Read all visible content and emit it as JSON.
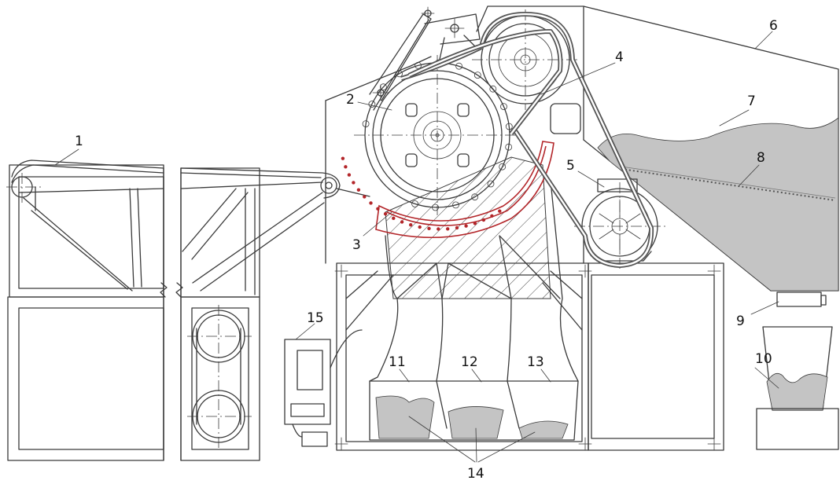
{
  "labels": [
    {
      "id": "1",
      "text": "1"
    },
    {
      "id": "2",
      "text": "2"
    },
    {
      "id": "3",
      "text": "3"
    },
    {
      "id": "4",
      "text": "4"
    },
    {
      "id": "5",
      "text": "5"
    },
    {
      "id": "6",
      "text": "6"
    },
    {
      "id": "7",
      "text": "7"
    },
    {
      "id": "8",
      "text": "8"
    },
    {
      "id": "9",
      "text": "9"
    },
    {
      "id": "10",
      "text": "10"
    },
    {
      "id": "11",
      "text": "11"
    },
    {
      "id": "12",
      "text": "12"
    },
    {
      "id": "13",
      "text": "13"
    },
    {
      "id": "14",
      "text": "14"
    },
    {
      "id": "15",
      "text": "15"
    }
  ],
  "colors": {
    "line": "#3a3a3a",
    "belt": "#555555",
    "material_fill": "#c4c4c4",
    "sieve_red": "#b3262a",
    "background": "#ffffff"
  }
}
